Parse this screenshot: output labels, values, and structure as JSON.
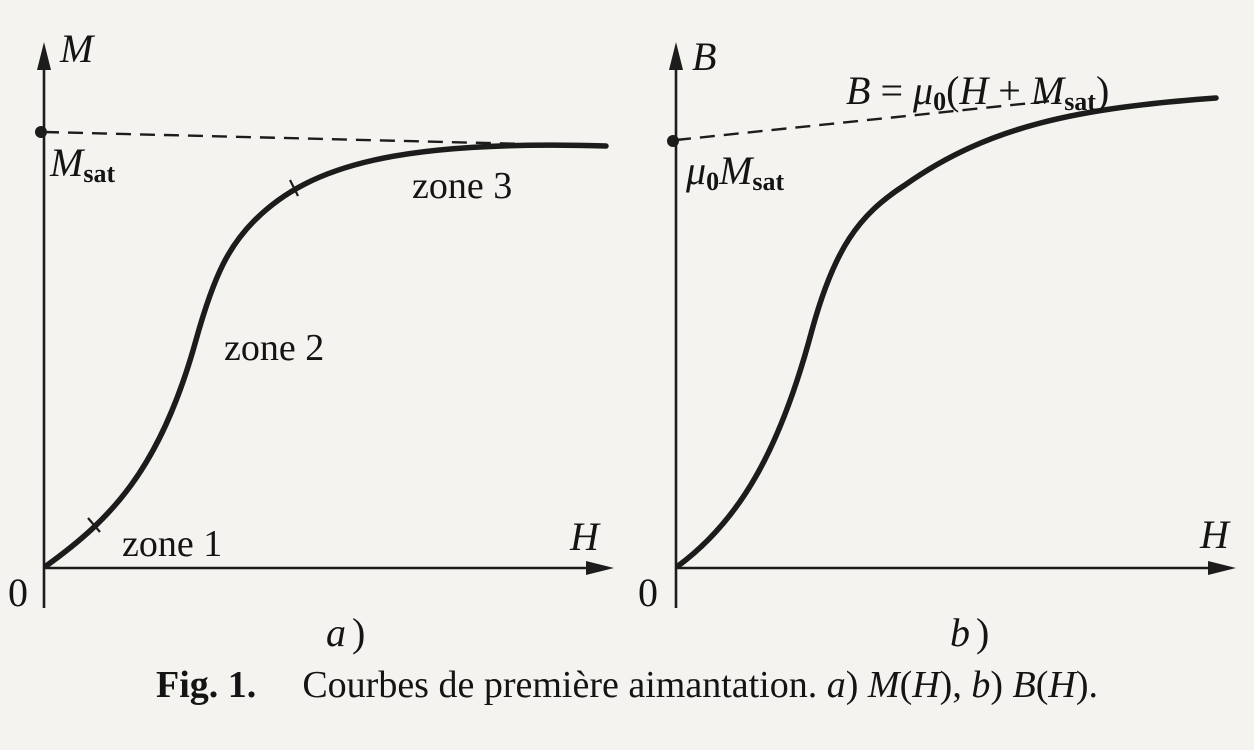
{
  "panel_a": {
    "axis_y_label": "M",
    "axis_x_label": "H",
    "origin_label": "0",
    "sat_label_main": "M",
    "sat_label_sub": "sat",
    "zones": [
      "zone 1",
      "zone 2",
      "zone 3"
    ],
    "panel_label": "a",
    "panel_paren": ")"
  },
  "panel_b": {
    "axis_y_label": "B",
    "axis_x_label": "H",
    "origin_label": "0",
    "sat_label_mu": "μ",
    "sat_label_zero": "0",
    "sat_label_main": "M",
    "sat_label_sub": "sat",
    "asymptote_lhs": "B",
    "asymptote_eq": " = ",
    "asymptote_mu": "μ",
    "asymptote_zero": "0",
    "asymptote_open": "(",
    "asymptote_h": "H",
    "asymptote_plus": " + ",
    "asymptote_m": "M",
    "asymptote_sub": "sat",
    "asymptote_close": ")",
    "panel_label": "b",
    "panel_paren": ")"
  },
  "caption": {
    "fig": "Fig. 1.",
    "text": "Courbes de première aimantation.",
    "a_label": "a",
    "a_paren": ")",
    "a_func": "M",
    "a_open": "(",
    "a_arg": "H",
    "a_close": "),",
    "b_label": "b",
    "b_paren": ")",
    "b_func": "B",
    "b_open": "(",
    "b_arg": "H",
    "b_close": ")."
  }
}
